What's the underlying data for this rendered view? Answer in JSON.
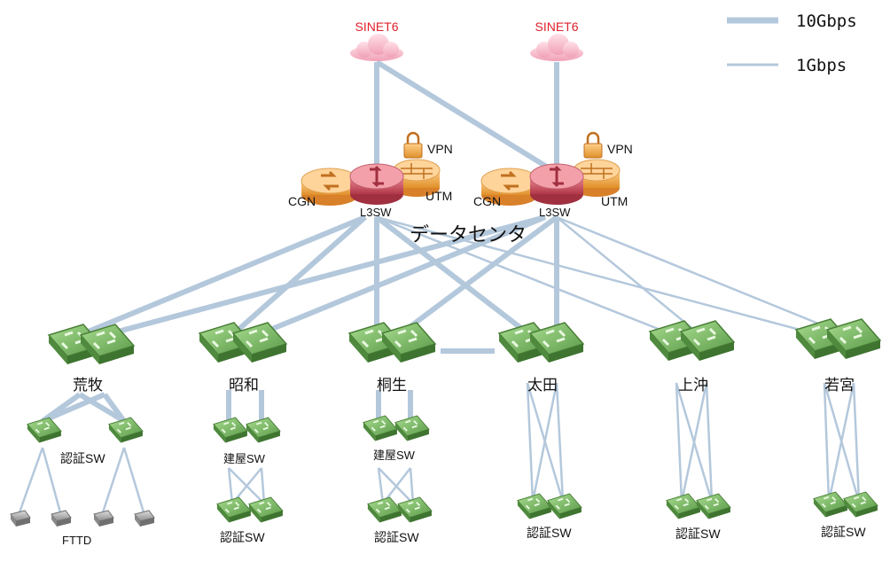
{
  "legend": {
    "thick_label": "10Gbps",
    "thin_label": "1Gbps",
    "line_color": "#b4c8dc"
  },
  "internet": {
    "left_label": "SINET6",
    "right_label": "SINET6",
    "label_color": "#e0202a"
  },
  "datacenter": {
    "title": "データセンタ",
    "left": {
      "cgn": "CGN",
      "l3sw": "L3SW",
      "vpn": "VPN",
      "utm": "UTM"
    },
    "right": {
      "cgn": "CGN",
      "l3sw": "L3SW",
      "vpn": "VPN",
      "utm": "UTM"
    }
  },
  "campuses": [
    {
      "name": "荒牧",
      "mid_label": "認証SW",
      "bottom_label": "FTTD"
    },
    {
      "name": "昭和",
      "mid_label": "建屋SW",
      "bottom_label": "認証SW"
    },
    {
      "name": "桐生",
      "mid_label": "建屋SW",
      "bottom_label": "認証SW"
    },
    {
      "name": "太田",
      "bottom_label": "認証SW"
    },
    {
      "name": "上沖",
      "bottom_label": "認証SW"
    },
    {
      "name": "若宮",
      "bottom_label": "認証SW"
    }
  ],
  "colors": {
    "switch_green": "#7fbf6a",
    "router_red": "#c8505a",
    "cgn_orange": "#f0a040",
    "fttd_gray": "#a0a0a0",
    "cloud_pink": "#f4a0b4"
  }
}
